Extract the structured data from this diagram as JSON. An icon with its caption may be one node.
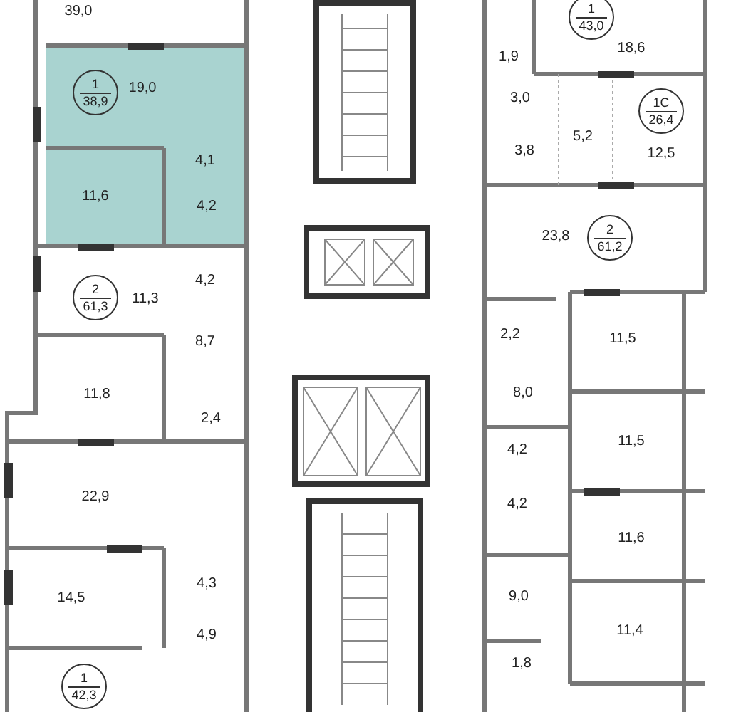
{
  "diagram": {
    "nodes": [
      {
        "text": [
          "1",
          "43,0"
        ]
      },
      {
        "text": [
          "1",
          "38,9"
        ]
      },
      {
        "text": [
          "1С",
          "26,4"
        ]
      },
      {
        "text": [
          "2",
          "61,2"
        ]
      },
      {
        "text": [
          "2",
          "61,3"
        ]
      },
      {
        "text": [
          "1",
          "42,3"
        ]
      }
    ],
    "labels": [
      "39,0",
      "1,9",
      "18,6",
      "19,0",
      "3,0",
      "5,2",
      "3,8",
      "12,5",
      "4,1",
      "11,6",
      "4,2",
      "23,8",
      "4,2",
      "11,3",
      "11,5",
      "2,2",
      "8,7",
      "8,0",
      "11,8",
      "2,4",
      "11,5",
      "4,2",
      "4,2",
      "22,9",
      "11,6",
      "4,3",
      "14,5",
      "9,0",
      "4,9",
      "11,4",
      "1,8"
    ]
  }
}
